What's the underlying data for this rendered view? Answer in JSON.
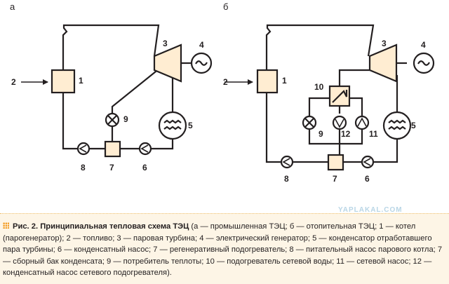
{
  "panels": {
    "a": {
      "label": "а",
      "nodes": {
        "n1": "1",
        "n2": "2",
        "n3": "3",
        "n4": "4",
        "n5": "5",
        "n6": "6",
        "n7": "7",
        "n8": "8",
        "n9": "9"
      }
    },
    "b": {
      "label": "б",
      "nodes": {
        "n1": "1",
        "n2": "2",
        "n3": "3",
        "n4": "4",
        "n5": "5",
        "n6": "6",
        "n7": "7",
        "n8": "8",
        "n9": "9",
        "n10": "10",
        "n11": "11",
        "n12": "12"
      }
    }
  },
  "caption": {
    "figure": "Рис. 2.",
    "title": "Принципиальная тепловая схема ТЭЦ",
    "text": " (а — промышленная ТЭЦ; б — отопительная ТЭЦ; 1 — котел (парогенератор); 2 — топливо; 3 — паровая турбина; 4 — электрический генератор; 5 — конденсатор отработавшего пара турбины; 6 — конденсатный насос; 7 — регенеративный подогреватель; 8 — питательный насос парового котла; 7 — сборный бак конденсата; 9 — потребитель теплоты; 10 — подогреватель сетевой воды; 11 — сетевой насос; 12 — конденсатный насос сетевого подогревателя)."
  },
  "watermark": "YAPLAKAL.COM",
  "colors": {
    "box_fill": "#ffedd2",
    "line": "#231f20",
    "caption_bg": "#fdf5e6",
    "accent": "#f39a1e"
  }
}
